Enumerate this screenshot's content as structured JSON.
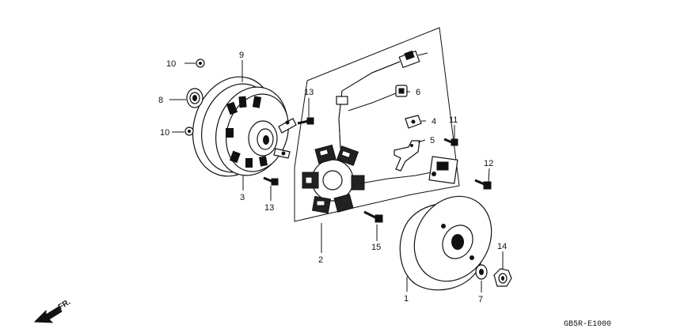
{
  "diagram": {
    "code": "GB5R-E1000",
    "direction_label": "FR.",
    "callouts": [
      {
        "id": "1",
        "text": "1"
      },
      {
        "id": "2",
        "text": "2"
      },
      {
        "id": "3",
        "text": "3"
      },
      {
        "id": "4",
        "text": "4"
      },
      {
        "id": "5",
        "text": "5"
      },
      {
        "id": "6",
        "text": "6"
      },
      {
        "id": "7",
        "text": "7"
      },
      {
        "id": "8",
        "text": "8"
      },
      {
        "id": "9",
        "text": "9"
      },
      {
        "id": "10a",
        "text": "10"
      },
      {
        "id": "10b",
        "text": "10"
      },
      {
        "id": "11",
        "text": "11"
      },
      {
        "id": "12",
        "text": "12"
      },
      {
        "id": "13a",
        "text": "13"
      },
      {
        "id": "13b",
        "text": "13"
      },
      {
        "id": "14",
        "text": "14"
      },
      {
        "id": "15",
        "text": "15"
      }
    ]
  }
}
